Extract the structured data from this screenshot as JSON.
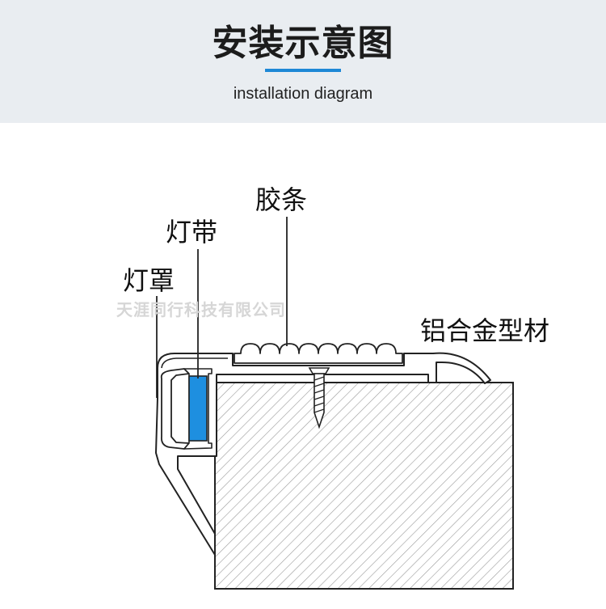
{
  "header": {
    "title": "安装示意图",
    "subtitle": "installation diagram",
    "band_color": "#e9edf1",
    "accent_color": "#1e88d6"
  },
  "labels": {
    "lamp_cover": "灯罩",
    "light_strip": "灯带",
    "rubber_strip": "胶条",
    "aluminum_profile": "铝合金型材"
  },
  "watermark": "天涯同行科技有限公司",
  "colors": {
    "line": "#222222",
    "light_strip_fill": "#1e8fe0",
    "hatch": "#9a9a9a"
  }
}
